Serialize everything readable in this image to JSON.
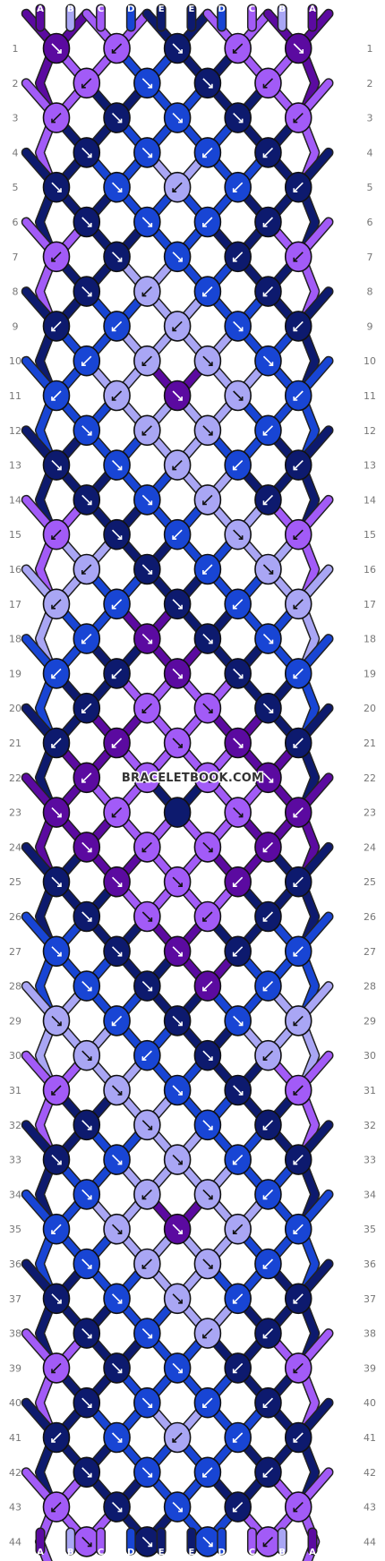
{
  "colors": {
    "A": "#5b0aa0",
    "B": "#a9a6f4",
    "C": "#a25bf7",
    "D": "#1845d4",
    "E": "#0d1a6e"
  },
  "top_strands": [
    "A",
    "B",
    "C",
    "D",
    "E",
    "E",
    "D",
    "C",
    "B",
    "A"
  ],
  "bottom_strands": [
    "A",
    "B",
    "C",
    "D",
    "E",
    "E",
    "D",
    "C",
    "B",
    "A"
  ],
  "row_count": 44,
  "rows": [
    {
      "n": "1",
      "knots": [
        [
          "A",
          "f"
        ],
        [
          "C",
          "b"
        ],
        [
          "E",
          "f"
        ],
        [
          "C",
          "b"
        ],
        [
          "A",
          "f"
        ]
      ]
    },
    {
      "n": "2",
      "knots": [
        [
          "C",
          "b"
        ],
        [
          "D",
          "f"
        ],
        [
          "E",
          "f"
        ],
        [
          "C",
          "b"
        ]
      ]
    },
    {
      "n": "3",
      "knots": [
        [
          "C",
          "b"
        ],
        [
          "E",
          "f"
        ],
        [
          "D",
          "f"
        ],
        [
          "E",
          "f"
        ],
        [
          "C",
          "b"
        ]
      ]
    },
    {
      "n": "4",
      "knots": [
        [
          "E",
          "f"
        ],
        [
          "D",
          "f"
        ],
        [
          "D",
          "b"
        ],
        [
          "E",
          "b"
        ]
      ]
    },
    {
      "n": "5",
      "knots": [
        [
          "E",
          "f"
        ],
        [
          "D",
          "f"
        ],
        [
          "B",
          "b"
        ],
        [
          "D",
          "b"
        ],
        [
          "E",
          "b"
        ]
      ]
    },
    {
      "n": "6",
      "knots": [
        [
          "E",
          "f"
        ],
        [
          "D",
          "f"
        ],
        [
          "D",
          "b"
        ],
        [
          "E",
          "b"
        ]
      ]
    },
    {
      "n": "7",
      "knots": [
        [
          "C",
          "b"
        ],
        [
          "E",
          "f"
        ],
        [
          "D",
          "f"
        ],
        [
          "E",
          "b"
        ],
        [
          "C",
          "b"
        ]
      ]
    },
    {
      "n": "8",
      "knots": [
        [
          "E",
          "f"
        ],
        [
          "B",
          "b"
        ],
        [
          "D",
          "b"
        ],
        [
          "E",
          "b"
        ]
      ]
    },
    {
      "n": "9",
      "knots": [
        [
          "E",
          "b"
        ],
        [
          "D",
          "b"
        ],
        [
          "B",
          "b"
        ],
        [
          "D",
          "f"
        ],
        [
          "E",
          "b"
        ]
      ]
    },
    {
      "n": "10",
      "knots": [
        [
          "D",
          "b"
        ],
        [
          "B",
          "b"
        ],
        [
          "B",
          "f"
        ],
        [
          "D",
          "f"
        ]
      ]
    },
    {
      "n": "11",
      "knots": [
        [
          "D",
          "b"
        ],
        [
          "B",
          "b"
        ],
        [
          "A",
          "f"
        ],
        [
          "B",
          "f"
        ],
        [
          "D",
          "b"
        ]
      ]
    },
    {
      "n": "12",
      "knots": [
        [
          "D",
          "f"
        ],
        [
          "B",
          "b"
        ],
        [
          "B",
          "f"
        ],
        [
          "D",
          "b"
        ]
      ]
    },
    {
      "n": "13",
      "knots": [
        [
          "E",
          "f"
        ],
        [
          "D",
          "f"
        ],
        [
          "B",
          "b"
        ],
        [
          "D",
          "b"
        ],
        [
          "E",
          "b"
        ]
      ]
    },
    {
      "n": "14",
      "knots": [
        [
          "E",
          "f"
        ],
        [
          "D",
          "f"
        ],
        [
          "B",
          "b"
        ],
        [
          "E",
          "b"
        ]
      ]
    },
    {
      "n": "15",
      "knots": [
        [
          "C",
          "b"
        ],
        [
          "E",
          "f"
        ],
        [
          "D",
          "b"
        ],
        [
          "B",
          "f"
        ],
        [
          "C",
          "b"
        ]
      ]
    },
    {
      "n": "16",
      "knots": [
        [
          "B",
          "b"
        ],
        [
          "E",
          "f"
        ],
        [
          "D",
          "b"
        ],
        [
          "B",
          "f"
        ]
      ]
    },
    {
      "n": "17",
      "knots": [
        [
          "B",
          "b"
        ],
        [
          "D",
          "b"
        ],
        [
          "E",
          "f"
        ],
        [
          "D",
          "b"
        ],
        [
          "B",
          "b"
        ]
      ]
    },
    {
      "n": "18",
      "knots": [
        [
          "D",
          "b"
        ],
        [
          "A",
          "f"
        ],
        [
          "E",
          "f"
        ],
        [
          "D",
          "f"
        ]
      ]
    },
    {
      "n": "19",
      "knots": [
        [
          "D",
          "b"
        ],
        [
          "E",
          "b"
        ],
        [
          "A",
          "f"
        ],
        [
          "E",
          "f"
        ],
        [
          "D",
          "b"
        ]
      ]
    },
    {
      "n": "20",
      "knots": [
        [
          "E",
          "b"
        ],
        [
          "C",
          "b"
        ],
        [
          "C",
          "f"
        ],
        [
          "E",
          "f"
        ]
      ]
    },
    {
      "n": "21",
      "knots": [
        [
          "E",
          "b"
        ],
        [
          "A",
          "b"
        ],
        [
          "C",
          "f"
        ],
        [
          "A",
          "f"
        ],
        [
          "E",
          "b"
        ]
      ]
    },
    {
      "n": "22",
      "knots": [
        [
          "A",
          "b"
        ],
        [
          "C",
          "b"
        ],
        [
          "C",
          "f"
        ],
        [
          "A",
          "f"
        ]
      ]
    },
    {
      "n": "23",
      "knots": [
        [
          "A",
          "f"
        ],
        [
          "C",
          "b"
        ],
        [
          "E",
          "n"
        ],
        [
          "C",
          "f"
        ],
        [
          "A",
          "b"
        ]
      ]
    },
    {
      "n": "24",
      "knots": [
        [
          "A",
          "f"
        ],
        [
          "C",
          "b"
        ],
        [
          "C",
          "f"
        ],
        [
          "A",
          "b"
        ]
      ]
    },
    {
      "n": "25",
      "knots": [
        [
          "E",
          "f"
        ],
        [
          "A",
          "f"
        ],
        [
          "C",
          "f"
        ],
        [
          "A",
          "b"
        ],
        [
          "E",
          "b"
        ]
      ]
    },
    {
      "n": "26",
      "knots": [
        [
          "E",
          "f"
        ],
        [
          "C",
          "f"
        ],
        [
          "C",
          "b"
        ],
        [
          "E",
          "b"
        ]
      ]
    },
    {
      "n": "27",
      "knots": [
        [
          "D",
          "f"
        ],
        [
          "E",
          "f"
        ],
        [
          "A",
          "f"
        ],
        [
          "E",
          "b"
        ],
        [
          "D",
          "b"
        ]
      ]
    },
    {
      "n": "28",
      "knots": [
        [
          "D",
          "f"
        ],
        [
          "E",
          "f"
        ],
        [
          "A",
          "b"
        ],
        [
          "D",
          "b"
        ]
      ]
    },
    {
      "n": "29",
      "knots": [
        [
          "B",
          "f"
        ],
        [
          "D",
          "b"
        ],
        [
          "E",
          "f"
        ],
        [
          "D",
          "f"
        ],
        [
          "B",
          "b"
        ]
      ]
    },
    {
      "n": "30",
      "knots": [
        [
          "B",
          "f"
        ],
        [
          "D",
          "b"
        ],
        [
          "E",
          "f"
        ],
        [
          "B",
          "b"
        ]
      ]
    },
    {
      "n": "31",
      "knots": [
        [
          "C",
          "b"
        ],
        [
          "B",
          "f"
        ],
        [
          "D",
          "f"
        ],
        [
          "E",
          "f"
        ],
        [
          "C",
          "b"
        ]
      ]
    },
    {
      "n": "32",
      "knots": [
        [
          "E",
          "f"
        ],
        [
          "B",
          "f"
        ],
        [
          "D",
          "f"
        ],
        [
          "E",
          "b"
        ]
      ]
    },
    {
      "n": "33",
      "knots": [
        [
          "E",
          "f"
        ],
        [
          "D",
          "f"
        ],
        [
          "B",
          "f"
        ],
        [
          "D",
          "b"
        ],
        [
          "E",
          "b"
        ]
      ]
    },
    {
      "n": "34",
      "knots": [
        [
          "D",
          "f"
        ],
        [
          "B",
          "b"
        ],
        [
          "B",
          "f"
        ],
        [
          "D",
          "b"
        ]
      ]
    },
    {
      "n": "35",
      "knots": [
        [
          "D",
          "b"
        ],
        [
          "B",
          "f"
        ],
        [
          "A",
          "f"
        ],
        [
          "B",
          "b"
        ],
        [
          "D",
          "b"
        ]
      ]
    },
    {
      "n": "36",
      "knots": [
        [
          "D",
          "f"
        ],
        [
          "B",
          "b"
        ],
        [
          "B",
          "f"
        ],
        [
          "D",
          "b"
        ]
      ]
    },
    {
      "n": "37",
      "knots": [
        [
          "E",
          "f"
        ],
        [
          "D",
          "f"
        ],
        [
          "B",
          "f"
        ],
        [
          "D",
          "b"
        ],
        [
          "E",
          "b"
        ]
      ]
    },
    {
      "n": "38",
      "knots": [
        [
          "E",
          "f"
        ],
        [
          "D",
          "f"
        ],
        [
          "B",
          "b"
        ],
        [
          "E",
          "b"
        ]
      ]
    },
    {
      "n": "39",
      "knots": [
        [
          "C",
          "b"
        ],
        [
          "E",
          "f"
        ],
        [
          "D",
          "f"
        ],
        [
          "E",
          "b"
        ],
        [
          "C",
          "b"
        ]
      ]
    },
    {
      "n": "40",
      "knots": [
        [
          "E",
          "f"
        ],
        [
          "D",
          "f"
        ],
        [
          "D",
          "b"
        ],
        [
          "E",
          "b"
        ]
      ]
    },
    {
      "n": "41",
      "knots": [
        [
          "E",
          "b"
        ],
        [
          "D",
          "f"
        ],
        [
          "B",
          "b"
        ],
        [
          "D",
          "b"
        ],
        [
          "E",
          "b"
        ]
      ]
    },
    {
      "n": "42",
      "knots": [
        [
          "E",
          "f"
        ],
        [
          "D",
          "f"
        ],
        [
          "D",
          "b"
        ],
        [
          "E",
          "b"
        ]
      ]
    },
    {
      "n": "43",
      "knots": [
        [
          "C",
          "b"
        ],
        [
          "E",
          "f"
        ],
        [
          "D",
          "f"
        ],
        [
          "E",
          "b"
        ],
        [
          "C",
          "b"
        ]
      ]
    },
    {
      "n": "44",
      "knots": [
        [
          "C",
          "f"
        ],
        [
          "E",
          "f"
        ],
        [
          "D",
          "f"
        ],
        [
          "C",
          "b"
        ]
      ]
    }
  ],
  "watermark": "BRACELETBOOK.COM"
}
